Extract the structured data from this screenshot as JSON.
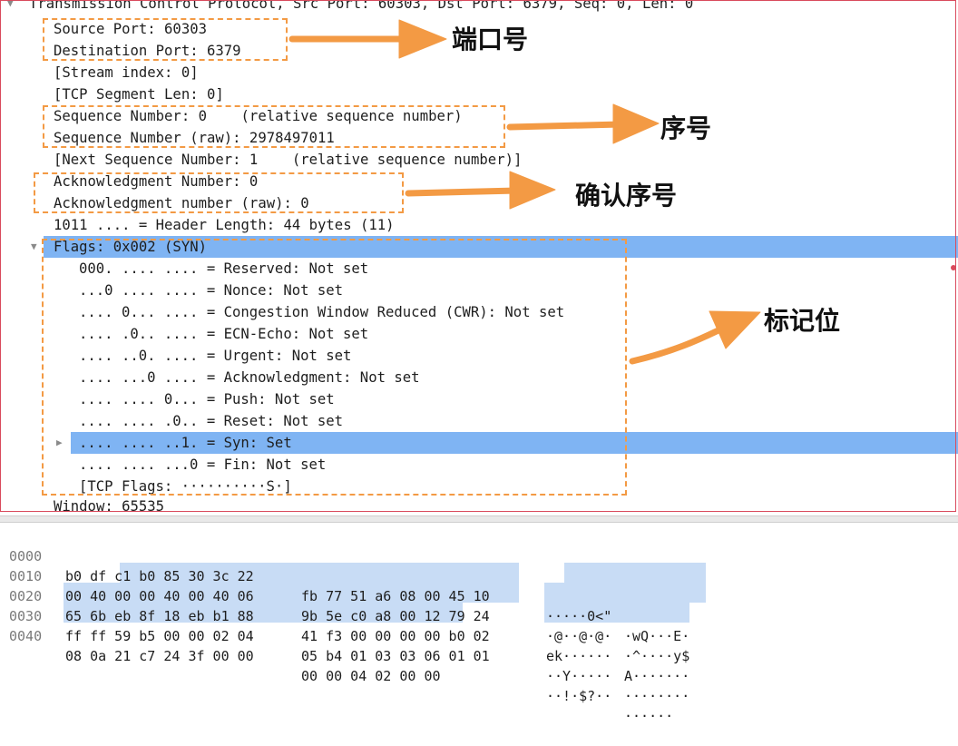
{
  "tree": {
    "header": "Transmission Control Protocol, Src Port: 60303, Dst Port: 6379, Seq: 0, Len: 0",
    "lines": [
      "Source Port: 60303",
      "Destination Port: 6379",
      "[Stream index: 0]",
      "[TCP Segment Len: 0]",
      "Sequence Number: 0    (relative sequence number)",
      "Sequence Number (raw): 2978497011",
      "[Next Sequence Number: 1    (relative sequence number)]",
      "Acknowledgment Number: 0",
      "Acknowledgment number (raw): 0",
      "1011 .... = Header Length: 44 bytes (11)",
      "Flags: 0x002 (SYN)"
    ],
    "flags": [
      "000. .... .... = Reserved: Not set",
      "...0 .... .... = Nonce: Not set",
      ".... 0... .... = Congestion Window Reduced (CWR): Not set",
      ".... .0.. .... = ECN-Echo: Not set",
      ".... ..0. .... = Urgent: Not set",
      ".... ...0 .... = Acknowledgment: Not set",
      ".... .... 0... = Push: Not set",
      ".... .... .0.. = Reset: Not set",
      ".... .... ..1. = Syn: Set",
      ".... .... ...0 = Fin: Not set",
      "[TCP Flags: ··········S·]"
    ],
    "window": "Window: 65535"
  },
  "annotations": {
    "ports": "端口号",
    "seq": "序号",
    "ack": "确认序号",
    "flags": "标记位"
  },
  "hex": {
    "offsets": [
      "0000",
      "0010",
      "0020",
      "0030",
      "0040"
    ],
    "bytes": [
      [
        "b0 df c1 b0 85 30 3c 22",
        "fb 77 51 a6 08 00 45 10"
      ],
      [
        "00 40 00 00 40 00 40 06",
        "9b 5e c0 a8 00 12 79 24"
      ],
      [
        "65 6b eb 8f 18 eb b1 88",
        "41 f3 00 00 00 00 b0 02"
      ],
      [
        "ff ff 59 b5 00 00 02 04",
        "05 b4 01 03 03 06 01 01"
      ],
      [
        "08 0a 21 c7 24 3f 00 00",
        "00 00 04 02 00 00"
      ]
    ],
    "ascii": [
      [
        "·····0<\"",
        "·wQ···E·"
      ],
      [
        "·@··@·@·",
        "·^····y$"
      ],
      [
        "ek······",
        "A·······"
      ],
      [
        "··Y·····",
        "········"
      ],
      [
        "··!·$?··",
        "······"
      ]
    ]
  },
  "colors": {
    "selection": "#7fb4f3",
    "hex_highlight": "#c8dcf5",
    "annotation_box": "#f39a44",
    "outer_border": "#d94a5c"
  }
}
